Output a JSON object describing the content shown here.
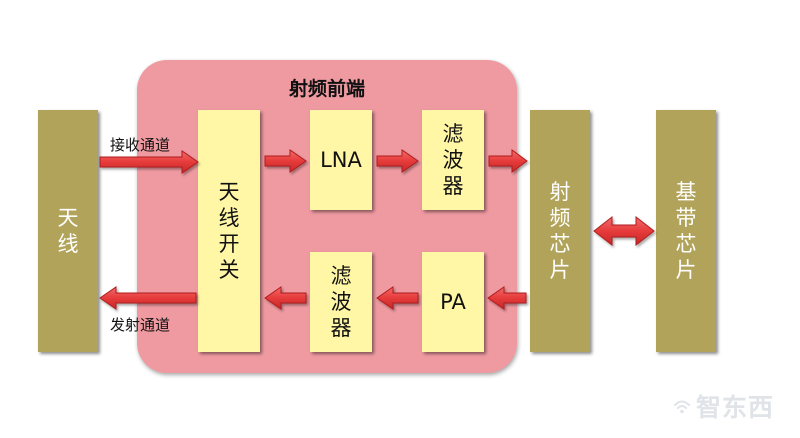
{
  "diagram": {
    "title": "射频前端",
    "blocks": {
      "antenna": "天线",
      "antenna_switch": "天线开关",
      "lna": "LNA",
      "filter_rx": "滤波器",
      "filter_tx": "滤波器",
      "pa": "PA",
      "rf_chip": "射频芯片",
      "baseband_chip": "基带芯片"
    },
    "labels": {
      "receive_path": "接收通道",
      "transmit_path": "发射通道"
    },
    "colors": {
      "outer_block": "#b1a35a",
      "inner_block": "#fff7a6",
      "frontend_region": "#ef9aa1",
      "arrow": "#e63b3b"
    }
  },
  "watermark": {
    "text": "智东西"
  }
}
